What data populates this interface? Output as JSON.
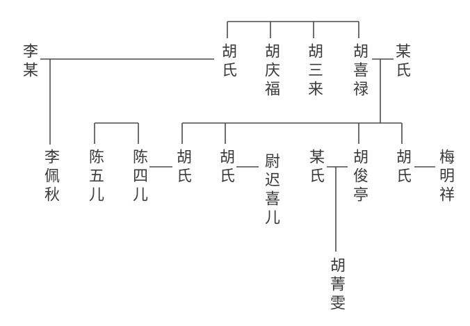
{
  "people": {
    "li_mou": "李某",
    "hu_shi_1": "胡氏",
    "hu_qingfu": "胡庆福",
    "hu_sanlai": "胡三来",
    "hu_xilu": "胡喜禄",
    "mou_shi_1": "某氏",
    "li_peiqiu": "李佩秋",
    "chen_wuer": "陈五儿",
    "chen_sier": "陈四儿",
    "hu_shi_2": "胡氏",
    "hu_shi_3": "胡氏",
    "yuchi_xier": "尉迟喜儿",
    "mou_shi_2": "某氏",
    "hu_junting": "胡俊亭",
    "hu_shi_4": "胡氏",
    "mei_mingxiang": "梅明祥",
    "hu_jingwen": "胡菁雯"
  }
}
